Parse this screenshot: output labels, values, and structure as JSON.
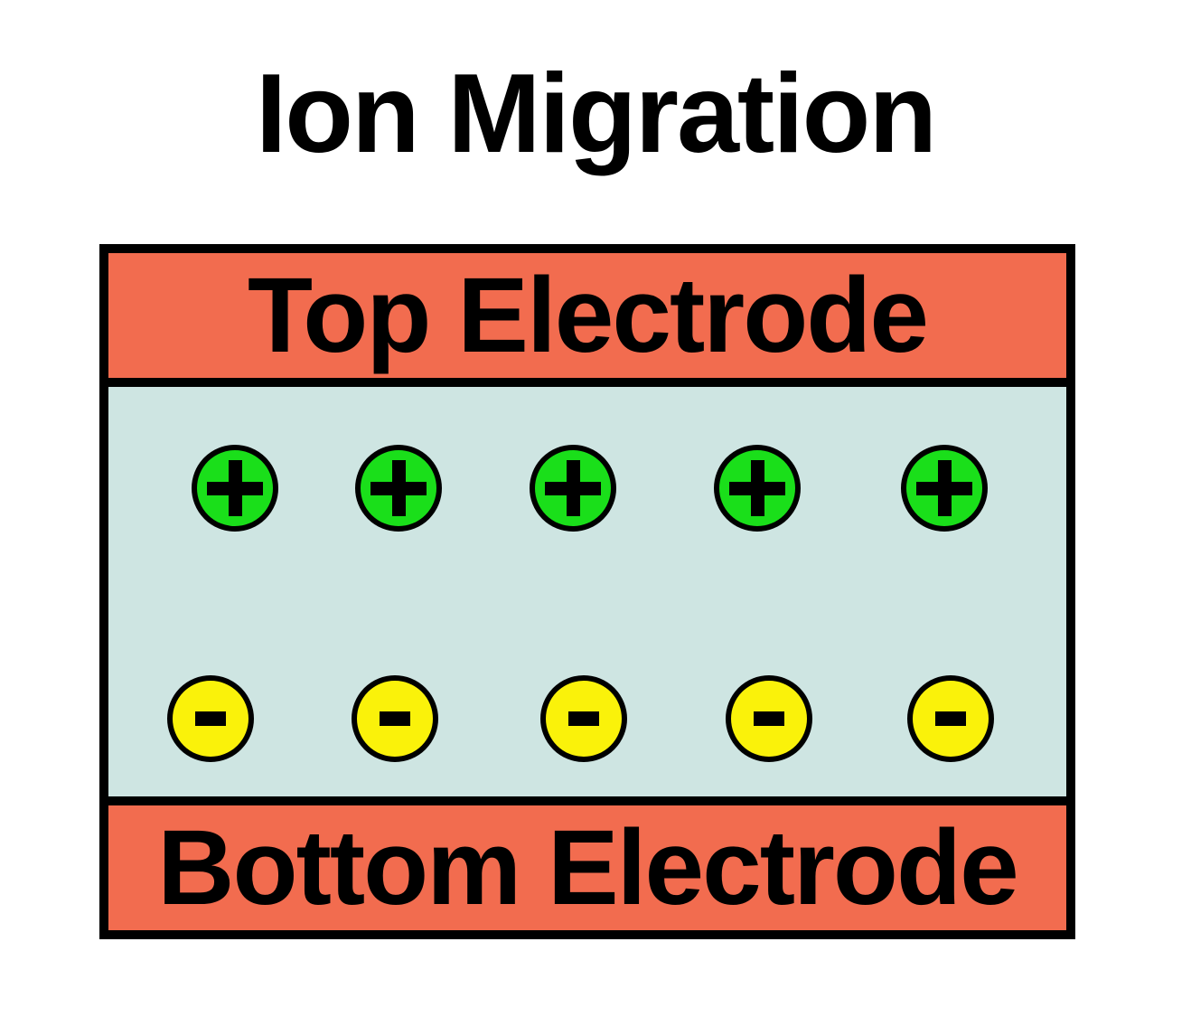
{
  "title": "Ion Migration",
  "device_stack": {
    "top_electrode_label": "Top Electrode",
    "bottom_electrode_label": "Bottom Electrode",
    "electrolyte_layer": {
      "positive_ions": {
        "count": 5,
        "symbol": "+"
      },
      "negative_ions": {
        "count": 5,
        "symbol": "-"
      }
    }
  },
  "colors": {
    "background": "#FFFFFF",
    "electrode_fill": "#F26C4F",
    "electrolyte_fill": "#CEE5E2",
    "positive_ion_fill": "#1ADF1A",
    "negative_ion_fill": "#FAF20A",
    "outline": "#000000",
    "text": "#000000"
  }
}
